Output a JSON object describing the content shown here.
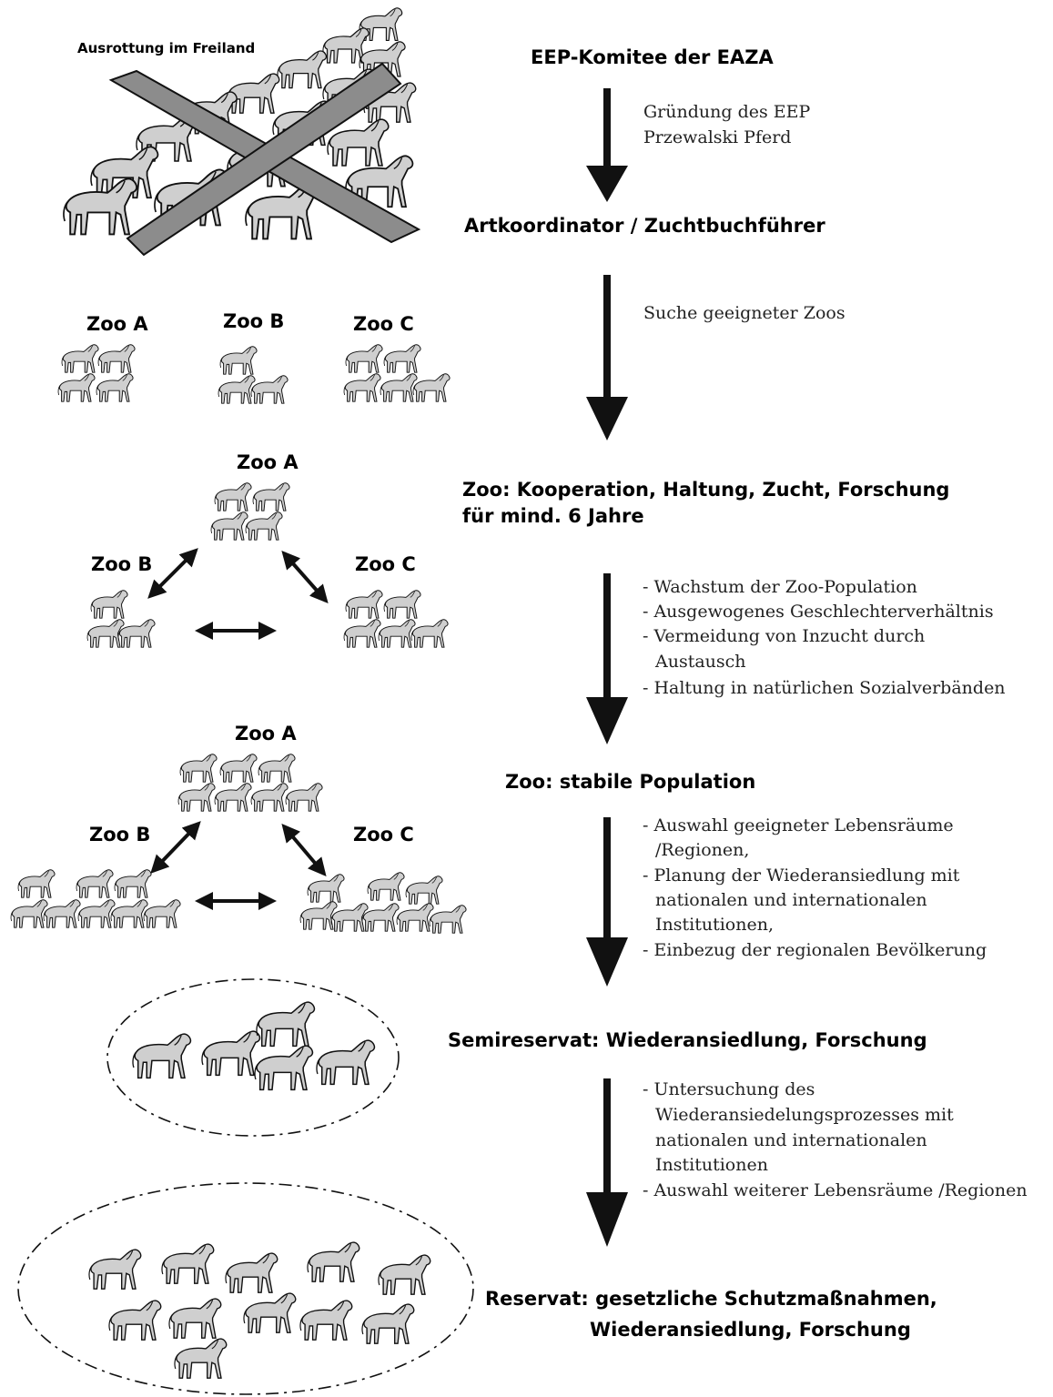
{
  "left": {
    "extinction_label": "Ausrottung im Freiland",
    "row1": [
      "Zoo A",
      "Zoo B",
      "Zoo C"
    ],
    "row2": [
      "Zoo A",
      "Zoo B",
      "Zoo C"
    ],
    "row3": [
      "Zoo A",
      "Zoo B",
      "Zoo C"
    ]
  },
  "steps": [
    {
      "title": [
        "EEP-Komitee der EAZA"
      ]
    },
    {
      "title": [
        "Artkoordinator /  Zuchtbuchführer"
      ]
    },
    {
      "title": [
        "Zoo: Kooperation, Haltung, Zucht, Forschung",
        "für mind. 6 Jahre"
      ]
    },
    {
      "title": [
        "Zoo: stabile Population"
      ]
    },
    {
      "title": [
        "Semireservat: Wiederansiedlung, Forschung"
      ]
    },
    {
      "title": [
        "Reservat: gesetzliche Schutzmaßnahmen,",
        "Wiederansiedlung, Forschung"
      ]
    }
  ],
  "transitions": [
    {
      "lines": [
        "Gründung des EEP",
        "Przewalski Pferd"
      ]
    },
    {
      "lines": [
        "Suche geeigneter Zoos"
      ]
    },
    {
      "lines": [
        "- Wachstum der Zoo-Population",
        "- Ausgewogenes Geschlechterverhältnis",
        "- Vermeidung von Inzucht durch",
        "Austausch",
        "- Haltung in natürlichen Sozialverbänden"
      ]
    },
    {
      "lines": [
        "- Auswahl geeigneter Lebensräume",
        "/Regionen,",
        "- Planung der Wiederansiedlung mit",
        "nationalen und internationalen",
        "Institutionen,",
        "- Einbezug der regionalen Bevölkerung"
      ]
    },
    {
      "lines": [
        "- Untersuchung des",
        "Wiederansiedelungsprozesses mit",
        "nationalen und internationalen",
        "Institutionen",
        "- Auswahl weiterer Lebensräume /Regionen"
      ]
    }
  ],
  "colors": {
    "horse_fill": "#cfcfcf",
    "cross_fill": "#8c8c8c",
    "ink": "#111111"
  }
}
